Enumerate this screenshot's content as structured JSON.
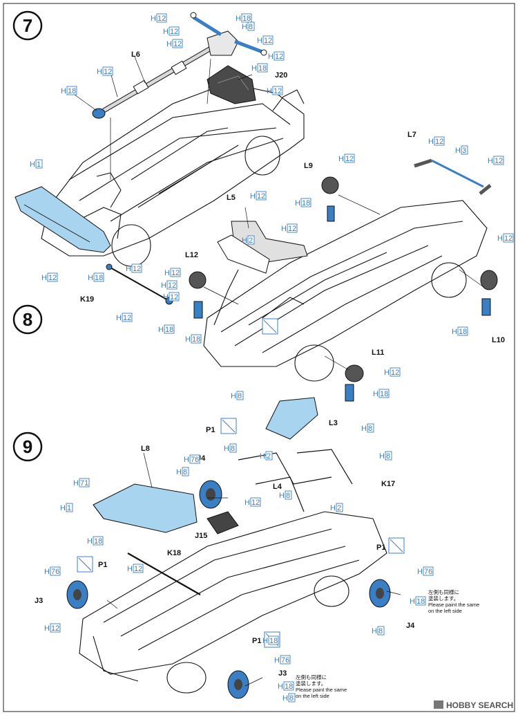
{
  "steps": [
    "7",
    "8",
    "9"
  ],
  "part_labels": {
    "L6": "L6",
    "J20": "J20",
    "L7": "L7",
    "L9": "L9",
    "L5": "L5",
    "L12": "L12",
    "K19": "K19",
    "L10": "L10",
    "L11": "L11",
    "L3": "L3",
    "L8": "L8",
    "J4": "J4",
    "P1": "P1",
    "L4": "L4",
    "K17": "K17",
    "J15": "J15",
    "K18": "K18",
    "J3": "J3"
  },
  "paint": {
    "letter": "H",
    "codes": {
      "c1": "1",
      "c2": "2",
      "c3": "3",
      "c8": "8",
      "c12": "12",
      "c18": "18",
      "c71": "71",
      "c76": "76"
    }
  },
  "notes": {
    "paint_left_jp1": "左側も同様に",
    "paint_left_jp2": "塗装します。",
    "paint_left_en1": "Please paint the same",
    "paint_left_en2": "on the left side"
  },
  "watermark": "HOBBY SEARCH",
  "colors": {
    "accent": "#3a7fc4",
    "part_fill": "#a9d4ef",
    "dark_part": "#3a3a3a",
    "line": "#111111"
  }
}
